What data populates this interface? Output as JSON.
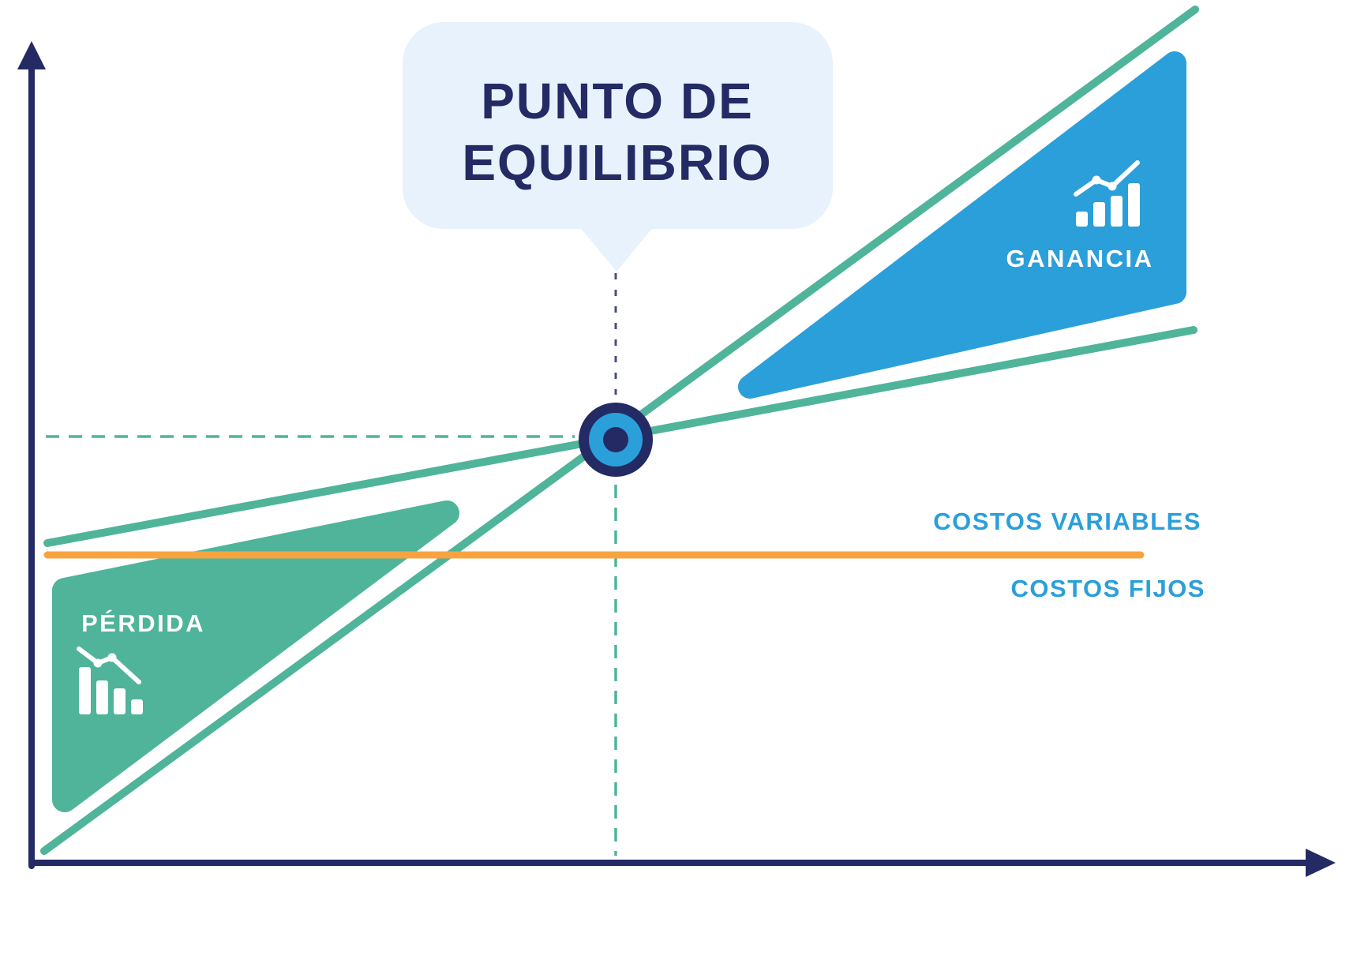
{
  "title": {
    "line1": "PUNTO DE",
    "line2": "EQUILIBRIO"
  },
  "labels": {
    "ganancia": "GANANCIA",
    "perdida": "PÉRDIDA",
    "costos_variables": "COSTOS VARIABLES",
    "costos_fijos": "COSTOS FIJOS"
  },
  "icons": {
    "profit": "bar-chart-up-icon",
    "loss": "bar-chart-down-icon",
    "axis_up": "arrow-up-icon",
    "axis_right": "arrow-right-icon"
  },
  "colors": {
    "navy": "#242a64",
    "teal": "#4fb49a",
    "blue": "#2b9fd9",
    "orange": "#f7a440",
    "bubble_bg": "#e8f2fc",
    "white": "#ffffff"
  },
  "diagram": {
    "type": "break-even-analysis",
    "breakeven_point": "intersection of revenue line and total cost line",
    "areas": [
      "GANANCIA (profit, upper right)",
      "PÉRDIDA (loss, lower left)"
    ],
    "lines": [
      "revenue line (steep, teal)",
      "total/variable cost line (shallow, teal)",
      "fixed costs line (horizontal, orange)"
    ]
  }
}
